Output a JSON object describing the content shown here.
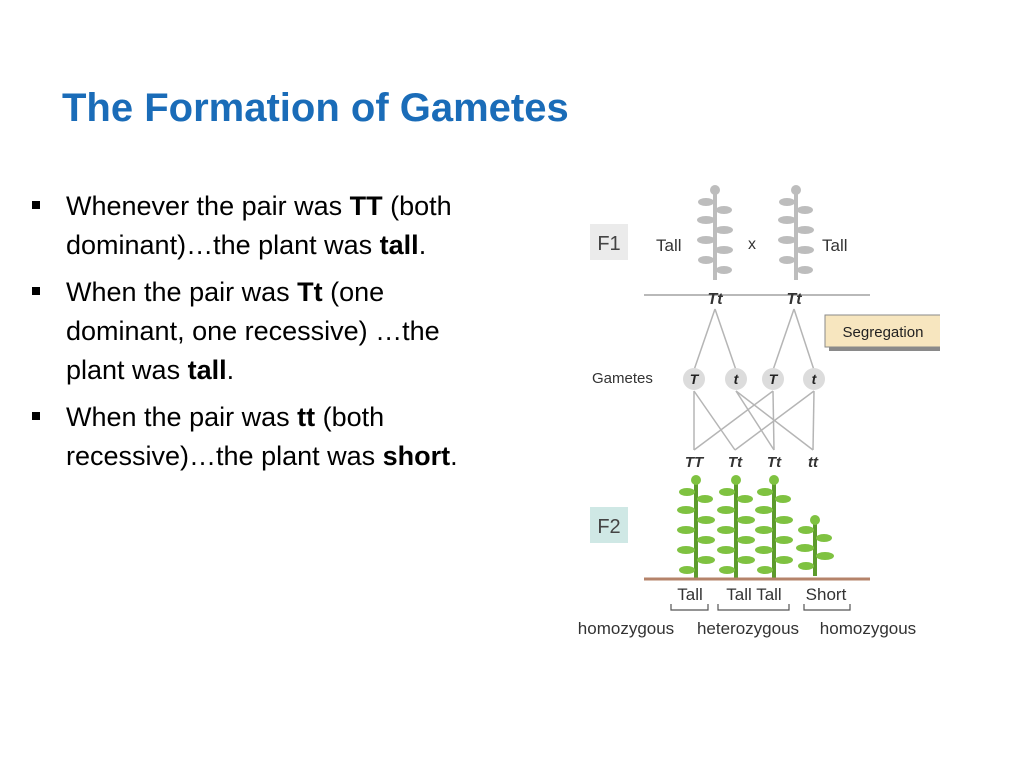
{
  "slide": {
    "title": "The Formation of Gametes"
  },
  "bullets": [
    {
      "pre": "Whenever the pair was ",
      "b1": "TT",
      "mid": " (both dominant)…the plant was ",
      "b2": "tall",
      "post": "."
    },
    {
      "pre": "When the pair was ",
      "b1": "Tt",
      "mid": " (one dominant, one recessive) …the plant was ",
      "b2": "tall",
      "post": "."
    },
    {
      "pre": "When the pair was ",
      "b1": "tt",
      "mid": " (both recessive)…the plant was ",
      "b2": "short",
      "post": "."
    }
  ],
  "diagram": {
    "f1_label": "F1",
    "f2_label": "F2",
    "parent_left": "Tall",
    "cross_symbol": "x",
    "parent_right": "Tall",
    "parent_genotypes": [
      "Tt",
      "Tt"
    ],
    "segregation": "Segregation",
    "gametes_label": "Gametes",
    "gametes": [
      "T",
      "t",
      "T",
      "t"
    ],
    "offspring_genotypes": [
      "TT",
      "Tt",
      "Tt",
      "tt"
    ],
    "phenotypes": [
      "Tall",
      "Tall Tall",
      "Short"
    ],
    "zygosity": [
      "homozygous",
      "heterozygous",
      "homozygous"
    ]
  },
  "colors": {
    "title": "#1a6cb8",
    "f1_box": "#ebebeb",
    "f2_box": "#cfe8e5",
    "segregation_box": "#f7e6bf",
    "parent_plant": "#bdbdbd",
    "offspring_plant": "#7fc241",
    "soil_line": "#b5836a",
    "gamete_circle": "#dcdcdc"
  }
}
